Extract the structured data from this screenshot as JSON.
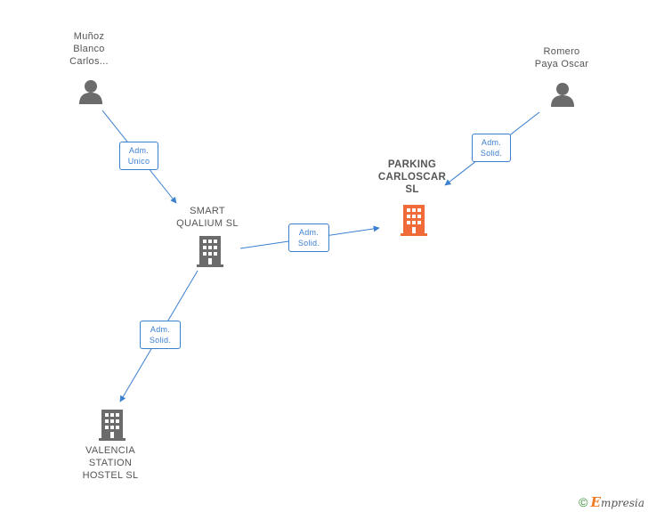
{
  "nodes": {
    "munoz": {
      "lines": [
        "Muñoz",
        "Blanco",
        "Carlos..."
      ],
      "type": "person"
    },
    "romero": {
      "lines": [
        "Romero",
        "Paya Oscar"
      ],
      "type": "person"
    },
    "parking": {
      "lines": [
        "PARKING",
        "CARLOSCAR",
        "SL"
      ],
      "type": "company-main"
    },
    "smart": {
      "lines": [
        "SMART",
        "QUALIUM SL"
      ],
      "type": "company"
    },
    "valencia": {
      "lines": [
        "VALENCIA",
        "STATION",
        "HOSTEL SL"
      ],
      "type": "company"
    }
  },
  "edges": [
    {
      "from": "munoz",
      "to": "smart",
      "label": [
        "Adm.",
        "Unico"
      ]
    },
    {
      "from": "romero",
      "to": "parking",
      "label": [
        "Adm.",
        "Solid."
      ]
    },
    {
      "from": "smart",
      "to": "parking",
      "label": [
        "Adm.",
        "Solid."
      ]
    },
    {
      "from": "smart",
      "to": "valencia",
      "label": [
        "Adm.",
        "Solid."
      ]
    }
  ],
  "colors": {
    "edge": "#3a7fd0",
    "person_icon": "#6b6b6b",
    "company_icon": "#6b6b6b",
    "main_company_icon": "#f06a3a"
  },
  "footer": {
    "copyright": "©",
    "brand_initial": "E",
    "brand_rest": "mpresia"
  }
}
